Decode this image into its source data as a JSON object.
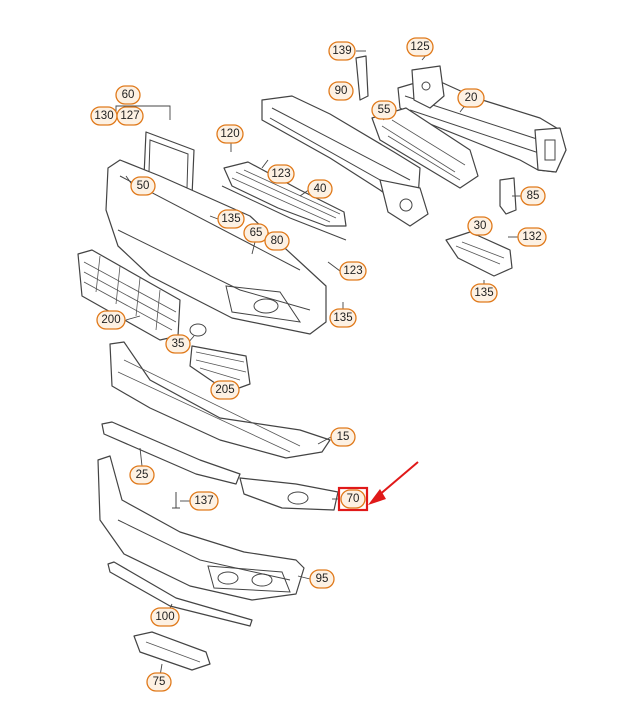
{
  "callouts": [
    {
      "id": "139",
      "label": "139"
    },
    {
      "id": "125",
      "label": "125"
    },
    {
      "id": "90",
      "label": "90"
    },
    {
      "id": "60",
      "label": "60"
    },
    {
      "id": "130",
      "label": "130"
    },
    {
      "id": "127",
      "label": "127"
    },
    {
      "id": "20",
      "label": "20"
    },
    {
      "id": "55",
      "label": "55"
    },
    {
      "id": "120",
      "label": "120"
    },
    {
      "id": "123a",
      "label": "123"
    },
    {
      "id": "40",
      "label": "40"
    },
    {
      "id": "85",
      "label": "85"
    },
    {
      "id": "50",
      "label": "50"
    },
    {
      "id": "135a",
      "label": "135"
    },
    {
      "id": "65",
      "label": "65"
    },
    {
      "id": "80",
      "label": "80"
    },
    {
      "id": "30",
      "label": "30"
    },
    {
      "id": "132",
      "label": "132"
    },
    {
      "id": "123b",
      "label": "123"
    },
    {
      "id": "135b",
      "label": "135"
    },
    {
      "id": "135c",
      "label": "135"
    },
    {
      "id": "200",
      "label": "200"
    },
    {
      "id": "35",
      "label": "35"
    },
    {
      "id": "205",
      "label": "205"
    },
    {
      "id": "15",
      "label": "15"
    },
    {
      "id": "25",
      "label": "25"
    },
    {
      "id": "137",
      "label": "137"
    },
    {
      "id": "70",
      "label": "70"
    },
    {
      "id": "95",
      "label": "95"
    },
    {
      "id": "100",
      "label": "100"
    },
    {
      "id": "75",
      "label": "75"
    }
  ],
  "highlight": {
    "callout": "70",
    "color": "#e01919"
  },
  "colors": {
    "callout_border": "#e07a1c",
    "callout_fill": "#fdf1e3",
    "line": "#444444"
  }
}
